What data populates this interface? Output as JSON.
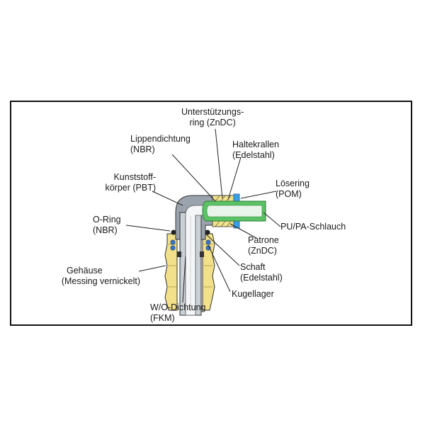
{
  "labels": {
    "unterstuetzungsring": [
      "Unterstützungs-",
      "ring (ZnDC)"
    ],
    "lippendichtung": [
      "Lippendichtung",
      "(NBR)"
    ],
    "haltekrallen": [
      "Haltekrallen",
      "(Edelstahl)"
    ],
    "kunststoffkoerper": [
      "Kunststoff-",
      "körper (PBT)"
    ],
    "loesering": [
      "Lösering",
      "(POM)"
    ],
    "o_ring": [
      "O-Ring",
      "(NBR)"
    ],
    "schlauch": [
      "PU/PA-Schlauch"
    ],
    "patrone": [
      "Patrone",
      "(ZnDC)"
    ],
    "schaft": [
      "Schaft",
      "(Edelstahl)"
    ],
    "gehaeuse": [
      "Gehäuse",
      "(Messing vernickelt)"
    ],
    "kugellager": [
      "Kugellager"
    ],
    "wo_dichtung": [
      "W/O-Dichtung",
      "(FKM)"
    ]
  },
  "colors": {
    "brass": "#f2e08a",
    "housing_gray": "#9aa3ad",
    "tube_green": "#5cc266",
    "release_blue": "#3aa0e6",
    "bore_white": "#f4f6f8"
  }
}
